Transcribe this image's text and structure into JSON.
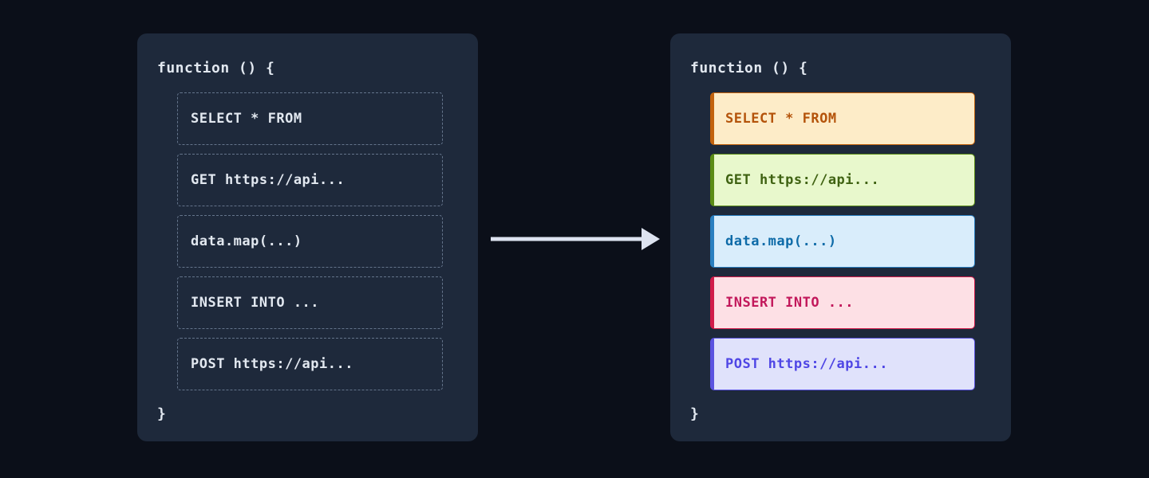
{
  "background": "#0b0f19",
  "panel_bg": "#1e293b",
  "before": {
    "name": "unclassified-code-panel",
    "function_open": "function () {",
    "function_close": "}",
    "text_color": "#e2e8f0",
    "border_color": "#64748b",
    "rows": [
      {
        "label": "SELECT * FROM"
      },
      {
        "label": "GET https://api..."
      },
      {
        "label": "data.map(...)"
      },
      {
        "label": "INSERT INTO ..."
      },
      {
        "label": "POST https://api..."
      }
    ]
  },
  "after": {
    "name": "classified-code-panel",
    "function_open": "function () {",
    "function_close": "}",
    "text_color": "#e2e8f0",
    "rows": [
      {
        "label": "SELECT * FROM",
        "fill": "#fdecc8",
        "accent": "#c2620d",
        "text": "#b4530a"
      },
      {
        "label": "GET https://api...",
        "fill": "#e8f8cc",
        "accent": "#5b8c16",
        "text": "#3f6212"
      },
      {
        "label": "data.map(...)",
        "fill": "#d9edfb",
        "accent": "#2a7fc0",
        "text": "#0e6ba8"
      },
      {
        "label": "INSERT INTO ...",
        "fill": "#fde0e5",
        "accent": "#d11b4a",
        "text": "#c2185b"
      },
      {
        "label": "POST https://api...",
        "fill": "#e0e2fb",
        "accent": "#5b53e0",
        "text": "#4f46e5"
      }
    ]
  },
  "arrow": {
    "name": "transform-arrow",
    "color": "#dde3f0",
    "direction": "right"
  }
}
